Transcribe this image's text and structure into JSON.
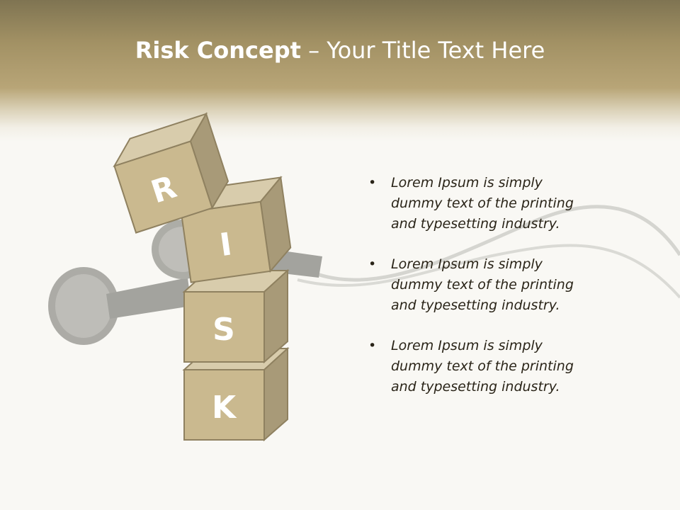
{
  "title": {
    "bold": "Risk Concept",
    "rest": " – Your Title Text Here"
  },
  "blocks": {
    "r": "R",
    "i": "I",
    "s": "S",
    "k": "K"
  },
  "bullets": [
    "Lorem Ipsum is simply dummy text of the printing and typesetting industry.",
    "Lorem Ipsum is simply dummy text of the printing and typesetting industry.",
    "Lorem Ipsum is simply dummy text of the printing and typesetting industry."
  ],
  "bullet_glyph": "•",
  "colors": {
    "header": "#b8a577",
    "block_front": "#cab98f",
    "block_side": "#a89a78",
    "block_top": "#d8ccac",
    "block_edge": "#8f8160"
  },
  "icons": [
    "earphones-icon"
  ]
}
